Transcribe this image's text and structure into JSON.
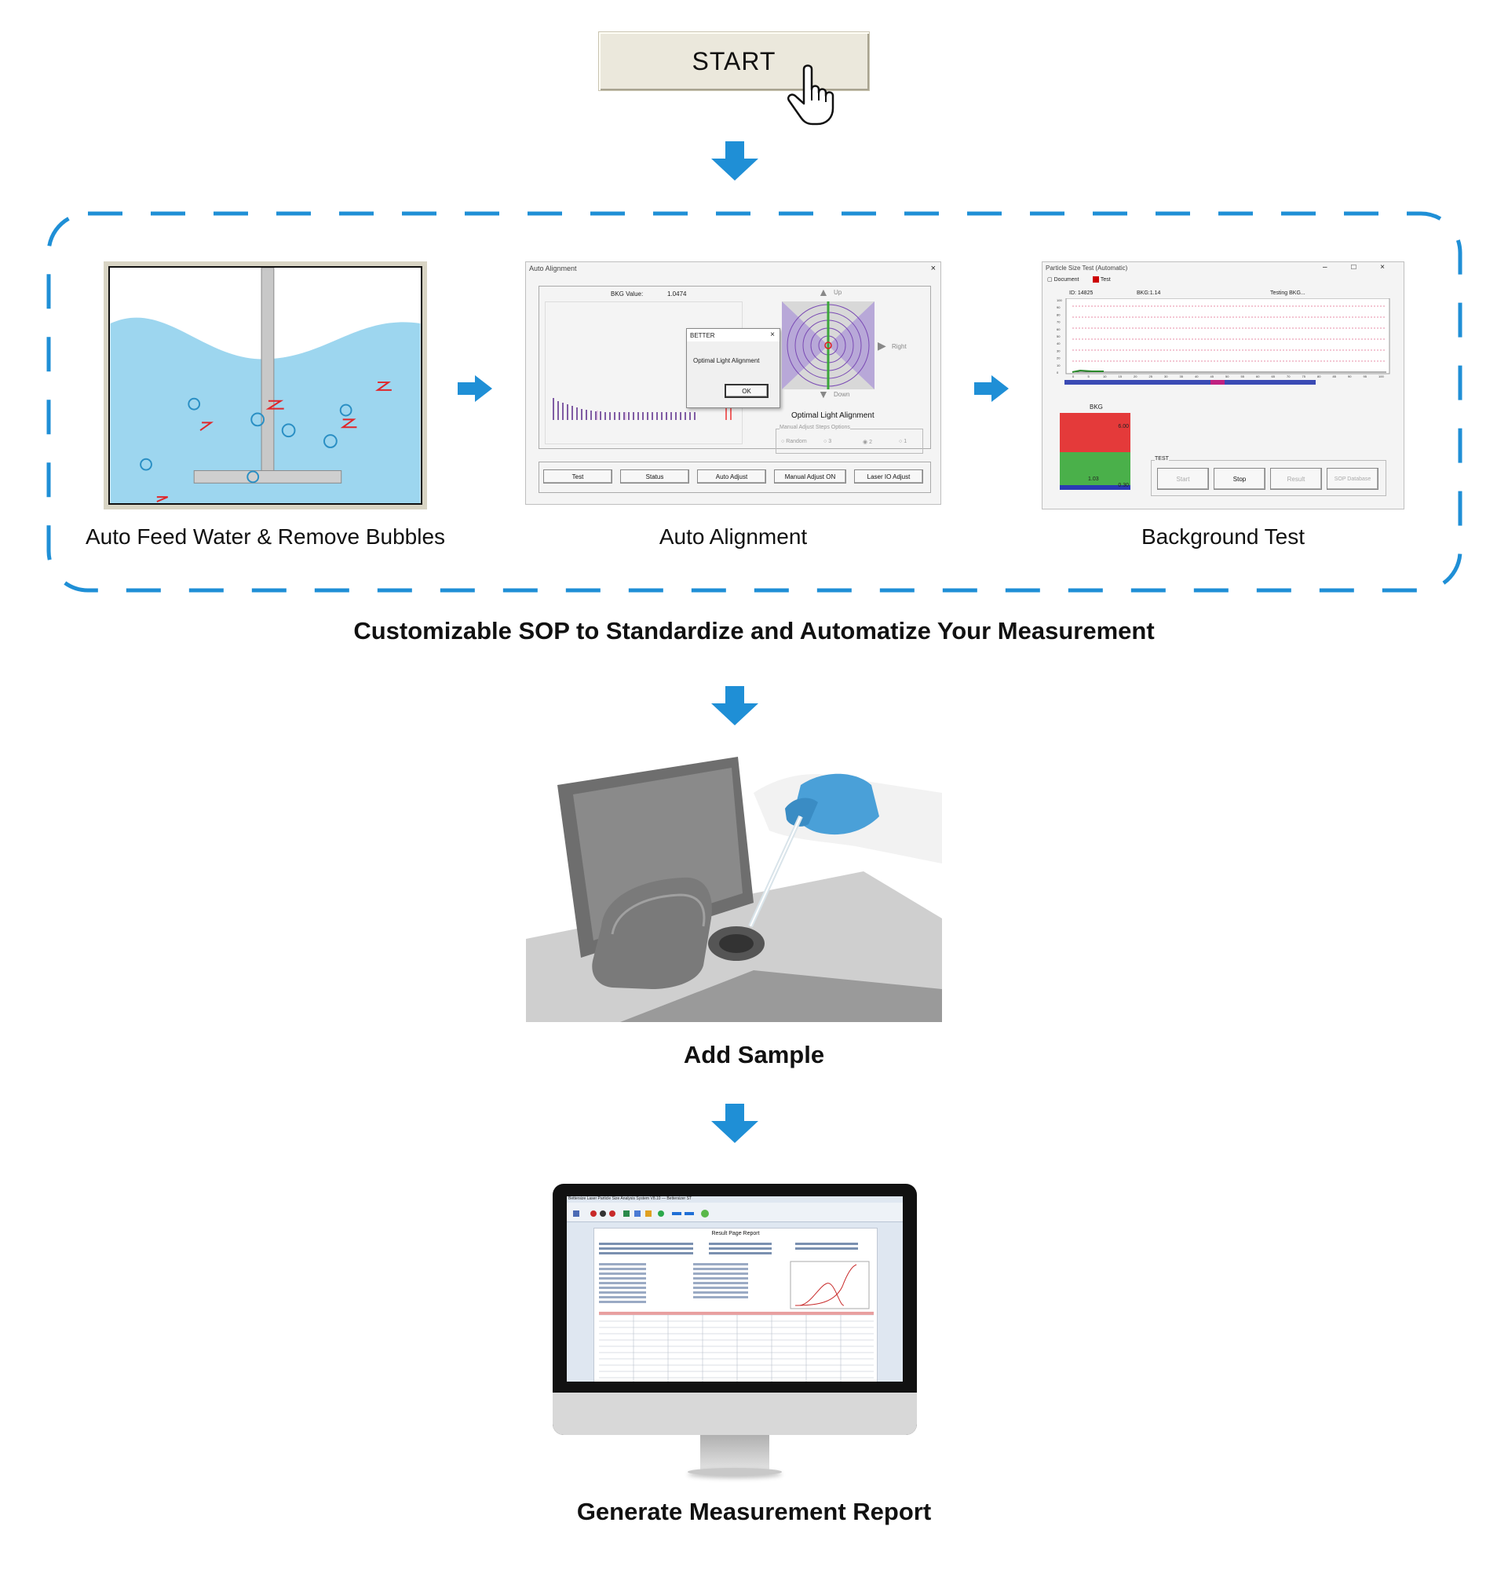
{
  "start": {
    "label": "START"
  },
  "steps": [
    {
      "label": "Auto Feed Water & Remove Bubbles"
    },
    {
      "label": "Auto Alignment"
    },
    {
      "label": "Background Test"
    }
  ],
  "sop_heading": "Customizable SOP to Standardize and Automatize Your Measurement",
  "add_sample": {
    "label": "Add Sample"
  },
  "report": {
    "label": "Generate Measurement Report"
  },
  "alignment_window": {
    "title": "Auto Alignment",
    "bkg_label": "BKG Value:",
    "bkg_value": "1.0474",
    "popup_title": "BETTER",
    "popup_message": "Optimal Light Alignment",
    "popup_ok": "OK",
    "up": "Up",
    "down": "Down",
    "right": "Right",
    "status_text": "Optimal Light Alignment",
    "steps_group": "Manual Adjust Steps Options",
    "options": [
      "Random",
      "3",
      "2",
      "1"
    ],
    "buttons": [
      "Test",
      "Status",
      "Auto Adjust",
      "Manual Adjust ON",
      "Laser IO Adjust"
    ]
  },
  "background_window": {
    "title": "Particle Size Test (Automatic)",
    "tabs": [
      "Document",
      "Test"
    ],
    "id_text": "ID: 14825",
    "bkg_text": "BKG:1.14",
    "testing_text": "Testing BKG...",
    "y_ticks": [
      "100",
      "90",
      "80",
      "70",
      "60",
      "50",
      "40",
      "30",
      "20",
      "10",
      "0"
    ],
    "x_ticks": [
      "0",
      "5",
      "10",
      "15",
      "20",
      "25",
      "30",
      "35",
      "40",
      "45",
      "50",
      "55",
      "60",
      "65",
      "70",
      "75",
      "80",
      "85",
      "90",
      "95",
      "100"
    ],
    "bkg_label": "BKG",
    "upper_value": "6.00",
    "lower_value": "0.30",
    "current_value": "1.03",
    "test_group": "TEST",
    "buttons": [
      "Start",
      "Stop",
      "Result",
      "SOP Database"
    ]
  },
  "report_screen": {
    "window_title": "Bettersize Laser Particle Size Analysis System V8.10 — Bettersizer ST",
    "title": "Result Page Report"
  },
  "colors": {
    "accent_blue": "#1f8fd6",
    "water": "#9dd6ef",
    "dashed_border": "#1f8fd6"
  }
}
